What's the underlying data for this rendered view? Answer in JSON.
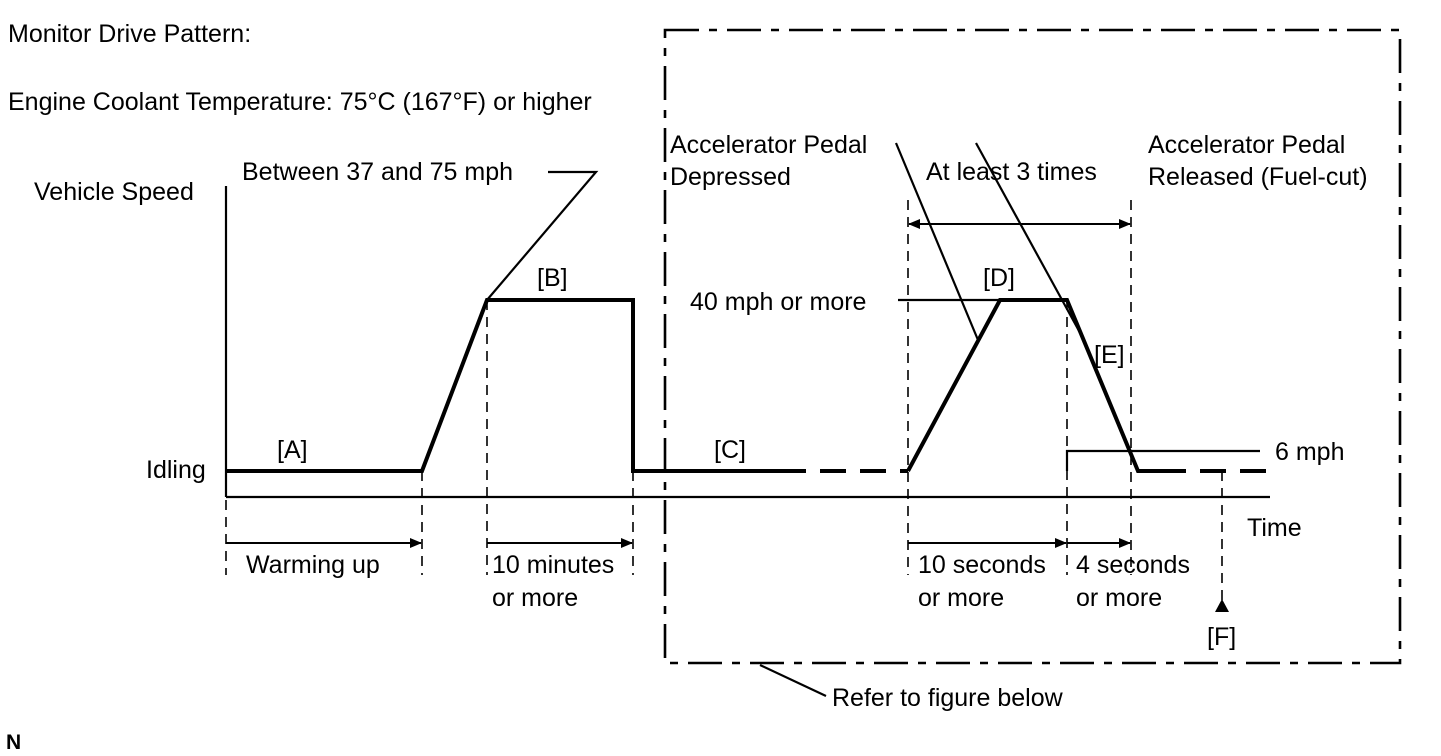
{
  "title": "Monitor Drive Pattern:",
  "condition": "Engine Coolant Temperature: 75°C (167°F) or higher",
  "axes": {
    "y_label": "Vehicle Speed",
    "x_label": "Time",
    "idling_label": "Idling"
  },
  "steps": {
    "a": "[A]",
    "b": "[B]",
    "c": "[C]",
    "d": "[D]",
    "e": "[E]",
    "f": "[F]"
  },
  "annotations": {
    "speed_range": "Between 37 and 75 mph",
    "speed_40": "40 mph or more",
    "speed_6": "6 mph",
    "pedal_depressed_1": "Accelerator Pedal",
    "pedal_depressed_2": "Depressed",
    "pedal_released_1": "Accelerator Pedal",
    "pedal_released_2": "Released (Fuel-cut)",
    "repeat": "At least 3 times",
    "refer": "Refer to figure below"
  },
  "durations": {
    "warming": "Warming up",
    "ten_min_1": "10 minutes",
    "ten_min_2": "or more",
    "ten_sec_1": "10 seconds",
    "ten_sec_2": "or more",
    "four_sec_1": "4 seconds",
    "four_sec_2": "or more"
  },
  "corner_mark": "N"
}
